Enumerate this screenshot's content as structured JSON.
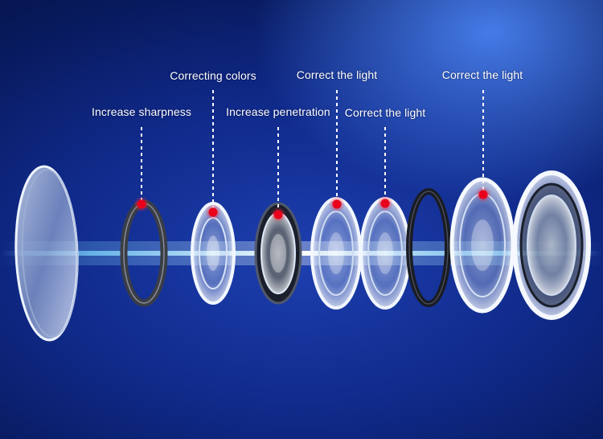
{
  "labels": {
    "increase_sharpness": "Increase sharpness",
    "correcting_colors": "Correcting colors",
    "increase_penetration": "Increase penetration",
    "correct_light_1": "Correct the light",
    "correct_light_2": "Correct the light",
    "correct_light_3": "Correct the light"
  },
  "colors": {
    "marker": "#e8001c",
    "background_dark": "#06134a",
    "background_glow": "#4f8cff",
    "light_beam": "#7fd8ff",
    "label_text": "#ffffff"
  }
}
